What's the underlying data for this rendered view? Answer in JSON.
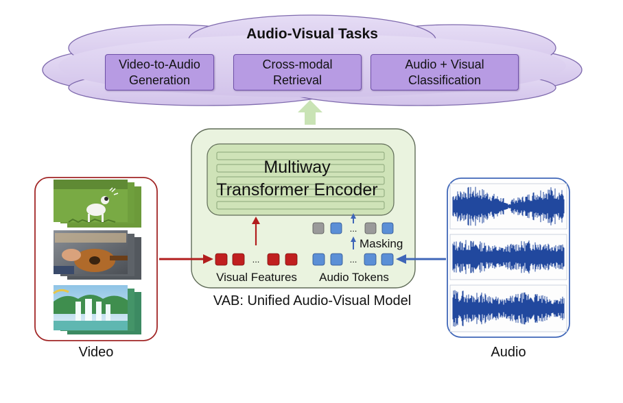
{
  "tasks": {
    "title": "Audio-Visual Tasks",
    "items": [
      {
        "line1": "Video-to-Audio",
        "line2": "Generation"
      },
      {
        "line1": "Cross-modal",
        "line2": "Retrieval"
      },
      {
        "line1": "Audio + Visual",
        "line2": "Classification"
      }
    ]
  },
  "model": {
    "encoder_line1": "Multiway",
    "encoder_line2": "Transformer Encoder",
    "masking_label": "Masking",
    "visual_features_label": "Visual Features",
    "audio_tokens_label": "Audio Tokens",
    "ellipsis": "...",
    "caption": "VAB: Unified Audio-Visual Model"
  },
  "inputs": {
    "video_label": "Video",
    "audio_label": "Audio"
  },
  "colors": {
    "cloud_fill": "#dcd0ef",
    "cloud_stroke": "#7e69ad",
    "task_box": "#b79be3",
    "model_fill": "#eaf3df",
    "model_stroke": "#5f6b57",
    "encoder_fill": "#cfe3b8",
    "visual_token": "#c01f1f",
    "audio_token": "#5b8fd6",
    "masked_token": "#9a9a9a",
    "video_frame": "#a12525",
    "audio_frame": "#3f66b8",
    "waveform": "#21489e",
    "up_arrow": "#c9e3b5"
  },
  "icons": {
    "video_frames": [
      "dog-photo",
      "guitar-photo",
      "waterfall-photo"
    ],
    "audio_clips": [
      "waveform",
      "waveform",
      "waveform"
    ]
  }
}
